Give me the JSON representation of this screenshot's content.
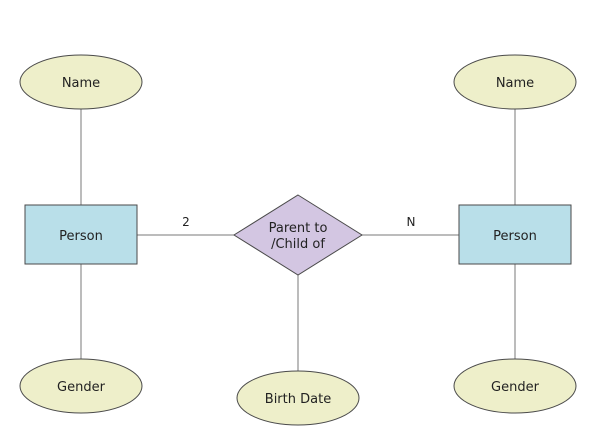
{
  "colors": {
    "entity_fill": "#b9dfe9",
    "attribute_fill": "#eeefca",
    "relationship_fill": "#d3c6e2",
    "stroke": "#4a4a4a",
    "line": "#7a7a7a"
  },
  "entities": {
    "left": "Person",
    "right": "Person"
  },
  "attributes": {
    "left_name": "Name",
    "left_gender": "Gender",
    "right_name": "Name",
    "right_gender": "Gender",
    "birth_date": "Birth Date"
  },
  "relationship": {
    "line1": "Parent to",
    "line2": "/Child of"
  },
  "cardinality": {
    "left": "2",
    "right": "N"
  }
}
